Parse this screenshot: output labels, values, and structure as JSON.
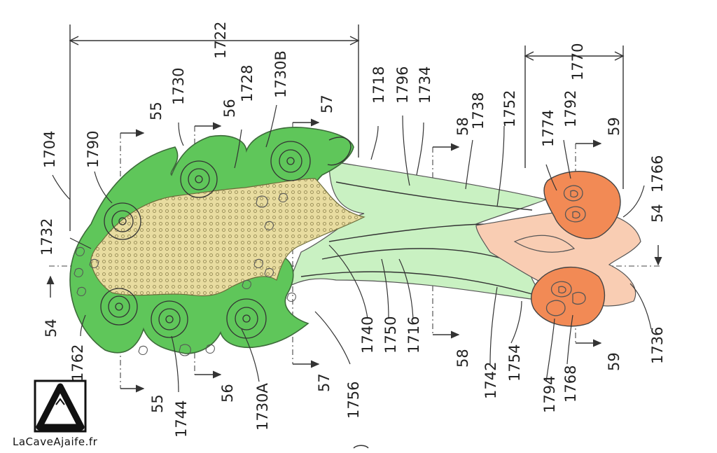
{
  "colors": {
    "green": "#5fc65a",
    "light_green": "#c9f1c2",
    "tan": "#e8dca0",
    "orange": "#f28a55",
    "peach": "#f9cdb3"
  },
  "labels": {
    "l1704": "1704",
    "l1790": "1790",
    "l55a": "55",
    "l1730": "1730",
    "l56a": "56",
    "l1728": "1728",
    "l1730B": "1730B",
    "l57a": "57",
    "l1722": "1722",
    "l1718": "1718",
    "l1796": "1796",
    "l1734": "1734",
    "l58a": "58",
    "l1738": "1738",
    "l1752": "1752",
    "l1774": "1774",
    "l1792": "1792",
    "l1770": "1770",
    "l59a": "59",
    "l1766": "1766",
    "l54a": "54",
    "l1732": "1732",
    "l54b": "54",
    "l1762": "1762",
    "l55b": "55",
    "l1744": "1744",
    "l56b": "56",
    "l1730A": "1730A",
    "l57b": "57",
    "l1756": "1756",
    "l1740": "1740",
    "l1750": "1750",
    "l1716": "1716",
    "l58b": "58",
    "l1742": "1742",
    "l1754": "1754",
    "l1794": "1794",
    "l1768": "1768",
    "l59b": "59",
    "l1736": "1736"
  },
  "logo": {
    "text": "LaCaveAjaife.fr",
    "icon": "mountain-triangle-icon"
  }
}
